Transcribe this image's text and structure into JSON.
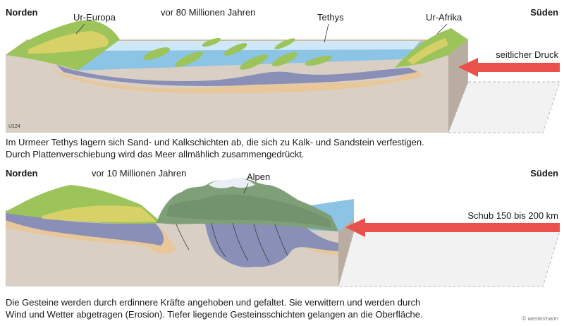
{
  "top": {
    "north": "Norden",
    "south": "Süden",
    "era": "vor 80 Millionen Jahren",
    "labels": {
      "europe": "Ur-Europa",
      "tethys": "Tethys",
      "africa": "Ur-Afrika"
    },
    "arrow_label": "seitlicher Druck",
    "code": "U124",
    "caption_line1": "Im Urmeer Tethys lagern sich Sand- und Kalkschichten ab, die sich zu Kalk- und Sandstein verfestigen.",
    "caption_line2": "Durch Plattenverschiebung wird das Meer allmählich zusammengedrückt."
  },
  "bottom": {
    "north": "Norden",
    "south": "Süden",
    "era": "vor 10 Millionen Jahren",
    "labels": {
      "alps": "Alpen"
    },
    "arrow_label": "Schub 150 bis 200 km",
    "caption_line1": "Die Gesteine werden durch erdinnere Kräfte angehoben und gefaltet. Sie verwittern und werden durch",
    "caption_line2": "Wind und Wetter abgetragen (Erosion). Tiefer liegende Gesteinsschichten gelangen an die Oberfläche."
  },
  "credit": "© westermann",
  "colors": {
    "ground": "#d9cfc4",
    "ground_dark": "#b8ada0",
    "sea": "#8cc4e6",
    "sea_light": "#d6ecf8",
    "land_green": "#9cc45a",
    "land_yellow": "#e3d36a",
    "limestone": "#8a8fb8",
    "sandstone": "#e8c79a",
    "arrow": "#e8524a",
    "mountain": "#7f9f78",
    "snow": "#e9eff4"
  }
}
